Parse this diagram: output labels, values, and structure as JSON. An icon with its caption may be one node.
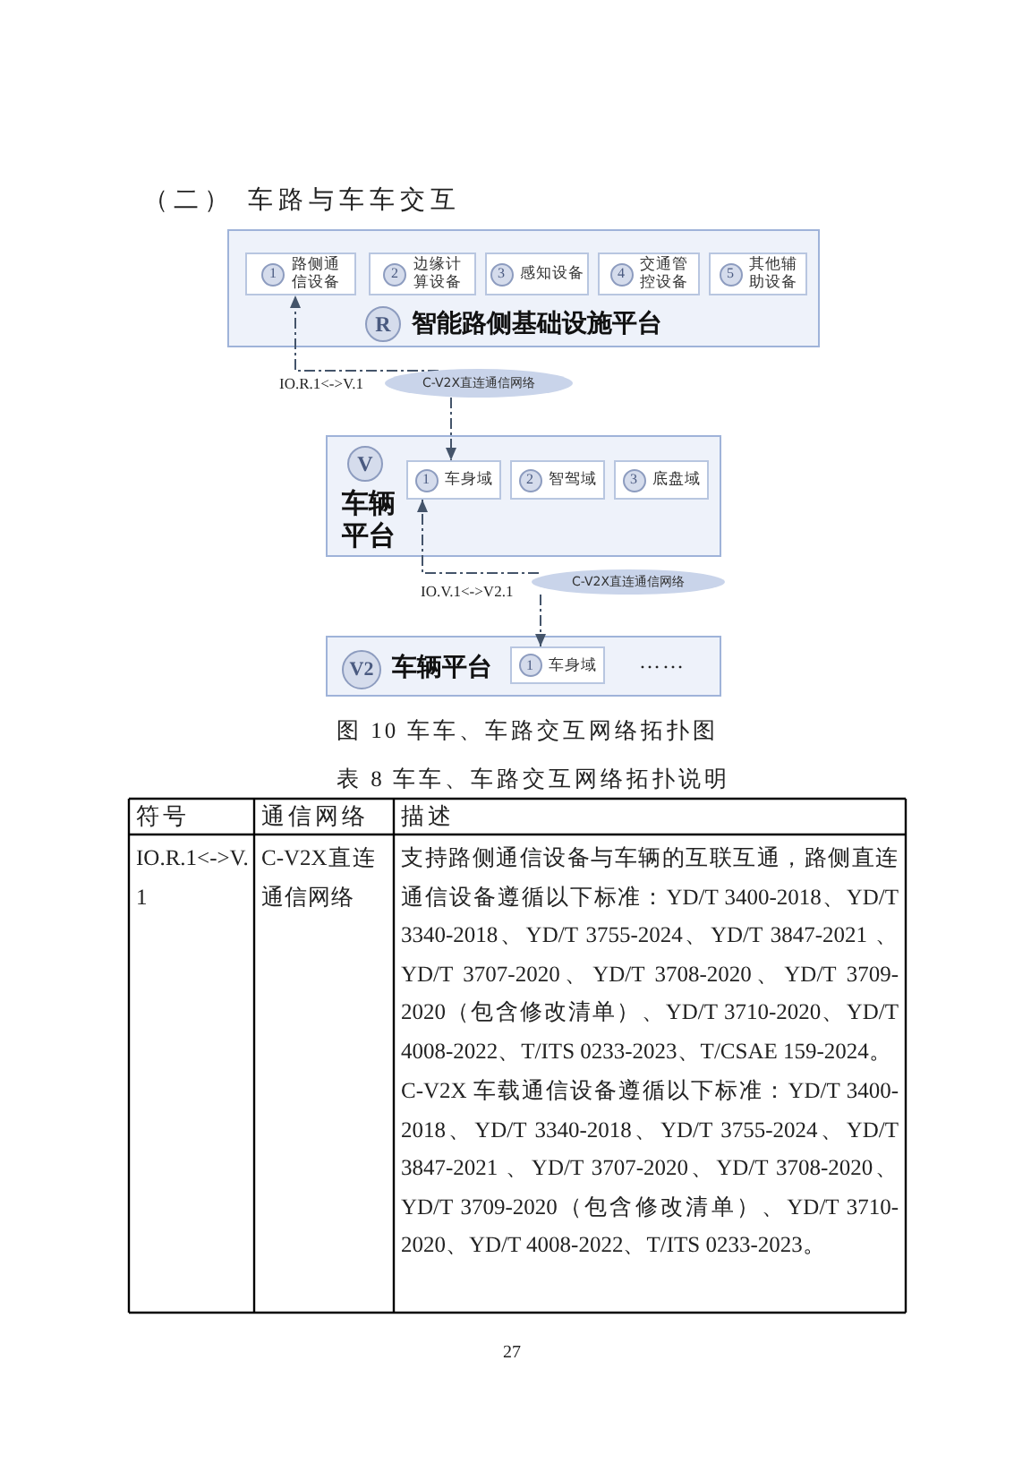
{
  "diagram": {
    "title": "（二） 车路与车车交互",
    "caption": "图 10 车车、车路交互网络拓扑图",
    "nodes": [
      {
        "text": [
          "R",
          "智能路侧基础设施平台"
        ]
      },
      {
        "text": [
          "1",
          "路侧通信设备"
        ],
        "in": 0
      },
      {
        "text": [
          "2",
          "边缘计算设备"
        ],
        "in": 0
      },
      {
        "text": [
          "3",
          "感知设备"
        ],
        "in": 0
      },
      {
        "text": [
          "4",
          "交通管控设备"
        ],
        "in": 0
      },
      {
        "text": [
          "5",
          "其他辅助设备"
        ],
        "in": 0
      },
      {
        "text": [
          "C-V2X直连通信网络"
        ]
      },
      {
        "text": [
          "V",
          "车辆平台"
        ]
      },
      {
        "text": [
          "1",
          "车身域"
        ],
        "in": 7
      },
      {
        "text": [
          "2",
          "智驾域"
        ],
        "in": 7
      },
      {
        "text": [
          "3",
          "底盘域"
        ],
        "in": 7
      },
      {
        "text": [
          "C-V2X直连通信网络"
        ]
      },
      {
        "text": [
          "V2",
          "车辆平台"
        ]
      },
      {
        "text": [
          "1",
          "车身域"
        ],
        "in": 12
      }
    ],
    "edges": [
      {
        "from": 6,
        "to": 1,
        "arrow": "to",
        "style": "dashed",
        "label": "IO.R.1<->V.1"
      },
      {
        "from": 6,
        "to": 8,
        "arrow": "to",
        "style": "dashed"
      },
      {
        "from": 11,
        "to": 8,
        "arrow": "to",
        "style": "dashed",
        "label": "IO.V.1<->V2.1"
      },
      {
        "from": 11,
        "to": 13,
        "arrow": "to",
        "style": "dashed"
      }
    ],
    "labels": [
      "……",
      "表 8 车车、车路交互网络拓扑说明",
      "符号",
      "通信网络",
      "描述",
      "IO.R.1<->V.1",
      "C-V2X直连通信网络",
      "支持路侧通信设备与车辆的互联互通，路侧直连通信设备遵循以下标准：YD/T 3400-2018、YD/T 3340-2018、YD/T 3755-2024、YD/T 3847-2021 、YD/T 3707-2020、YD/T 3708-2020、YD/T 3709-2020（包含修改清单）、YD/T 3710-2020、YD/T 4008-2022、T/ITS 0233-2023、T/CSAE 159-2024。",
      "C-V2X 车载通信设备遵循以下标准：YD/T 3400-2018、YD/T 3340-2018、YD/T 3755-2024、YD/T 3847-2021 、YD/T 3707-2020、YD/T 3708-2020、YD/T 3709-2020（包含修改清单）、YD/T 3710-2020、YD/T 4008-2022、T/ITS 0233-2023。",
      "27"
    ]
  }
}
